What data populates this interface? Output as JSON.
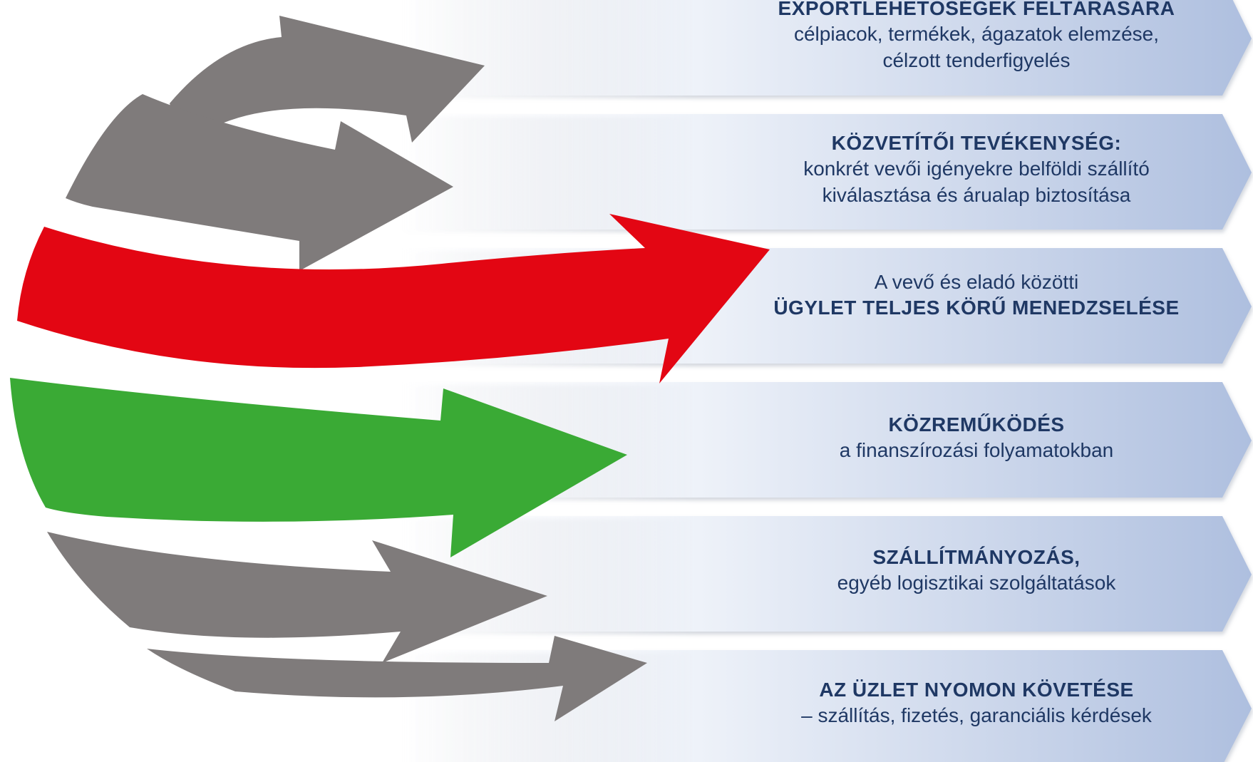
{
  "colors": {
    "band_light": "#f4f6fb",
    "band_dark": "#aebfdf",
    "gray_arrow": "#7f7b7b",
    "red_arrow": "#e30613",
    "green_arrow": "#3aaa35",
    "text": "#1f3864"
  },
  "items": [
    {
      "title_lines": [
        "Exportlehetőségek feltárására"
      ],
      "title_display": "EXPORTLEHETŐSÉGEK FELTÁRÁSÁRA",
      "desc_lines": [
        "célpiacok, termékek, ágazatok elemzése,",
        "célzott tenderfigyelés"
      ]
    },
    {
      "title_lines": [
        "Közvetítői tevékenység:"
      ],
      "title_display": "KÖZVETÍTŐI TEVÉKENYSÉG:",
      "desc_lines": [
        "konkrét vevői igényekre belföldi szállító",
        "kiválasztása és árualap biztosítása"
      ]
    },
    {
      "pre_lines": [
        "A vevő és eladó közötti"
      ],
      "title_display": "ÜGYLET TELJES KÖRŰ MENEDZSELÉSE"
    },
    {
      "title_display": "KÖZREMŰKÖDÉS",
      "desc_lines": [
        "a finanszírozási folyamatokban"
      ]
    },
    {
      "title_display": "SZÁLLÍTMÁNYOZÁS,",
      "desc_lines": [
        "egyéb logisztikai szolgáltatások"
      ]
    },
    {
      "title_display": "AZ ÜZLET NYOMON KÖVETÉSE",
      "desc_lines": [
        "– szállítás, fizetés, garanciális kérdések"
      ]
    }
  ]
}
